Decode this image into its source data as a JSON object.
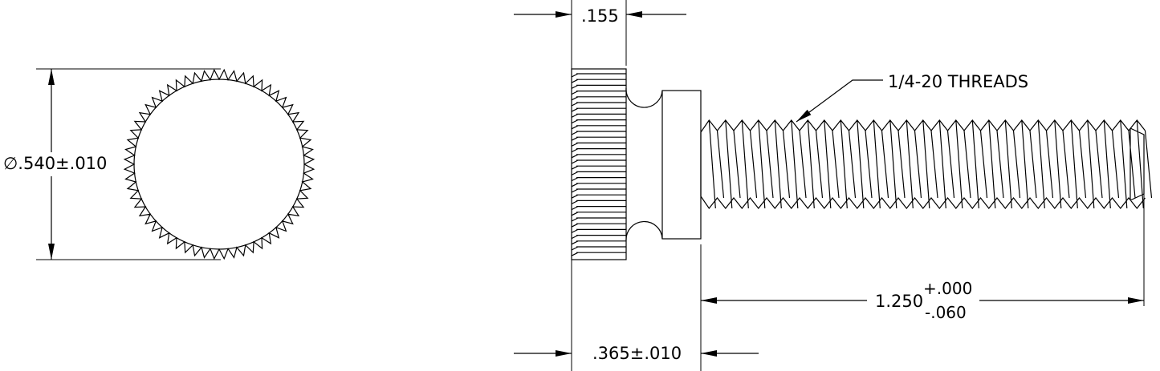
{
  "drawing": {
    "diameter_dim": "∅.540±.010",
    "head_width_dim": ".155",
    "head_total_dim": ".365±.010",
    "length_dim": "1.250",
    "length_tol_plus": "+.000",
    "length_tol_minus": "-.060",
    "thread_callout": "1/4-20 THREADS",
    "line_color": "#000000"
  }
}
